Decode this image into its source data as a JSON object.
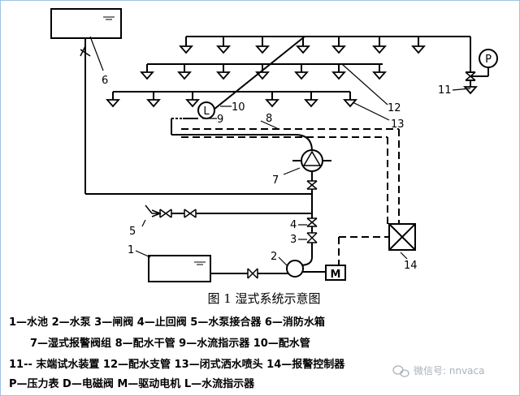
{
  "caption": "图 1    湿式系统示意图",
  "labels": {
    "l1": "1",
    "l2": "2",
    "l3": "3",
    "l4": "4",
    "l5": "5",
    "l6": "6",
    "l7": "7",
    "l8": "8",
    "l9": "9",
    "l10": "10",
    "l11": "11",
    "l12": "12",
    "l13": "13",
    "l14": "14"
  },
  "symbols": {
    "pressure_gauge": "P",
    "flow_indicator": "L",
    "motor": "M"
  },
  "legend": {
    "row1": "1—水池  2—水泵  3—闸阀  4—止回阀  5—水泵接合器  6—消防水箱",
    "row2": "7—湿式报警阀组  8—配水干管  9—水流指示器  10—配水管",
    "row3": "11-- 末端试水装置  12—配水支管  13—闭式洒水喷头  14—报警控制器",
    "row4": "P—压力表  D—电磁阀  M—驱动电机  L—水流指示器"
  },
  "watermark": "微信号: nnvaca"
}
